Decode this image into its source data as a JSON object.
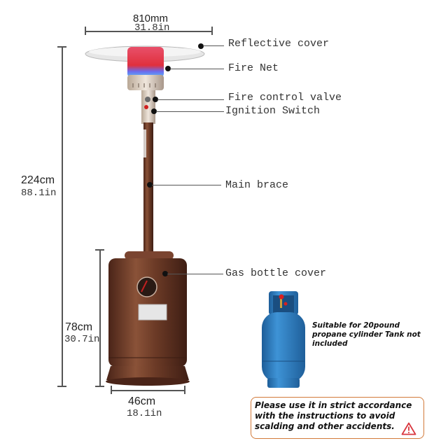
{
  "dimensions": {
    "width": {
      "cm": "810mm",
      "in": "31.8in"
    },
    "height_total": {
      "cm": "224cm",
      "in": "88.1in"
    },
    "height_base": {
      "cm": "78cm",
      "in": "30.7in"
    },
    "base_width": {
      "cm": "46cm",
      "in": "18.1in"
    }
  },
  "labels": {
    "reflective_cover": "Reflective cover",
    "fire_net": "Fire Net",
    "fire_control_valve": "Fire control valve",
    "ignition_switch": "Ignition Switch",
    "main_brace": "Main brace",
    "gas_bottle_cover": "Gas bottle cover"
  },
  "tank_note": "Suitable for 20pound propane cylinder Tank not included",
  "warning": {
    "text": "Please use it in strict accordance with the instructions to avoid scalding and other accidents.",
    "icon": "warning-triangle-icon"
  },
  "colors": {
    "heater_bronze": "#6b3a26",
    "tank_blue": "#2f7fc1",
    "warning_border": "#d27a3a",
    "warning_icon": "#d9363e"
  }
}
